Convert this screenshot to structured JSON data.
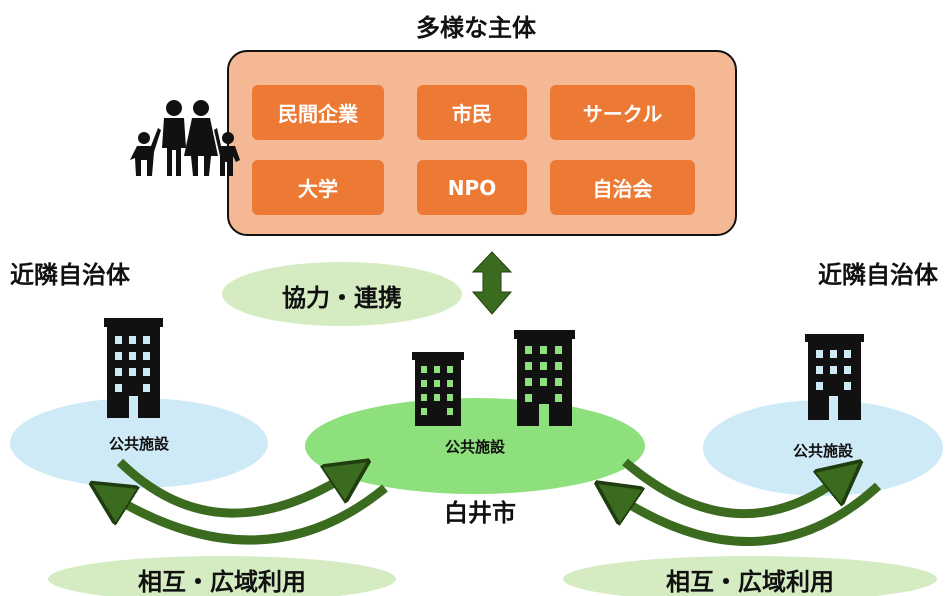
{
  "top_title": "多様な主体",
  "entities": [
    "民間企業",
    "市民",
    "サークル",
    "大学",
    "NPO",
    "自治会"
  ],
  "cooperation_label": "協力・連携",
  "left_region": {
    "title": "近隣自治体",
    "facility": "公共施設"
  },
  "center_region": {
    "facility": "公共施設",
    "city": "白井市"
  },
  "right_region": {
    "title": "近隣自治体",
    "facility": "公共施設"
  },
  "mutual_use_left": "相互・広域利用",
  "mutual_use_right": "相互・広域利用",
  "colors": {
    "group_fill": "#f4b895",
    "entity_fill": "#ec7a34",
    "light_green": "#d5ecc2",
    "center_green": "#8ee07d",
    "light_blue": "#cfeaf7",
    "dark_green": "#3b6b1f",
    "building": "#111111"
  }
}
